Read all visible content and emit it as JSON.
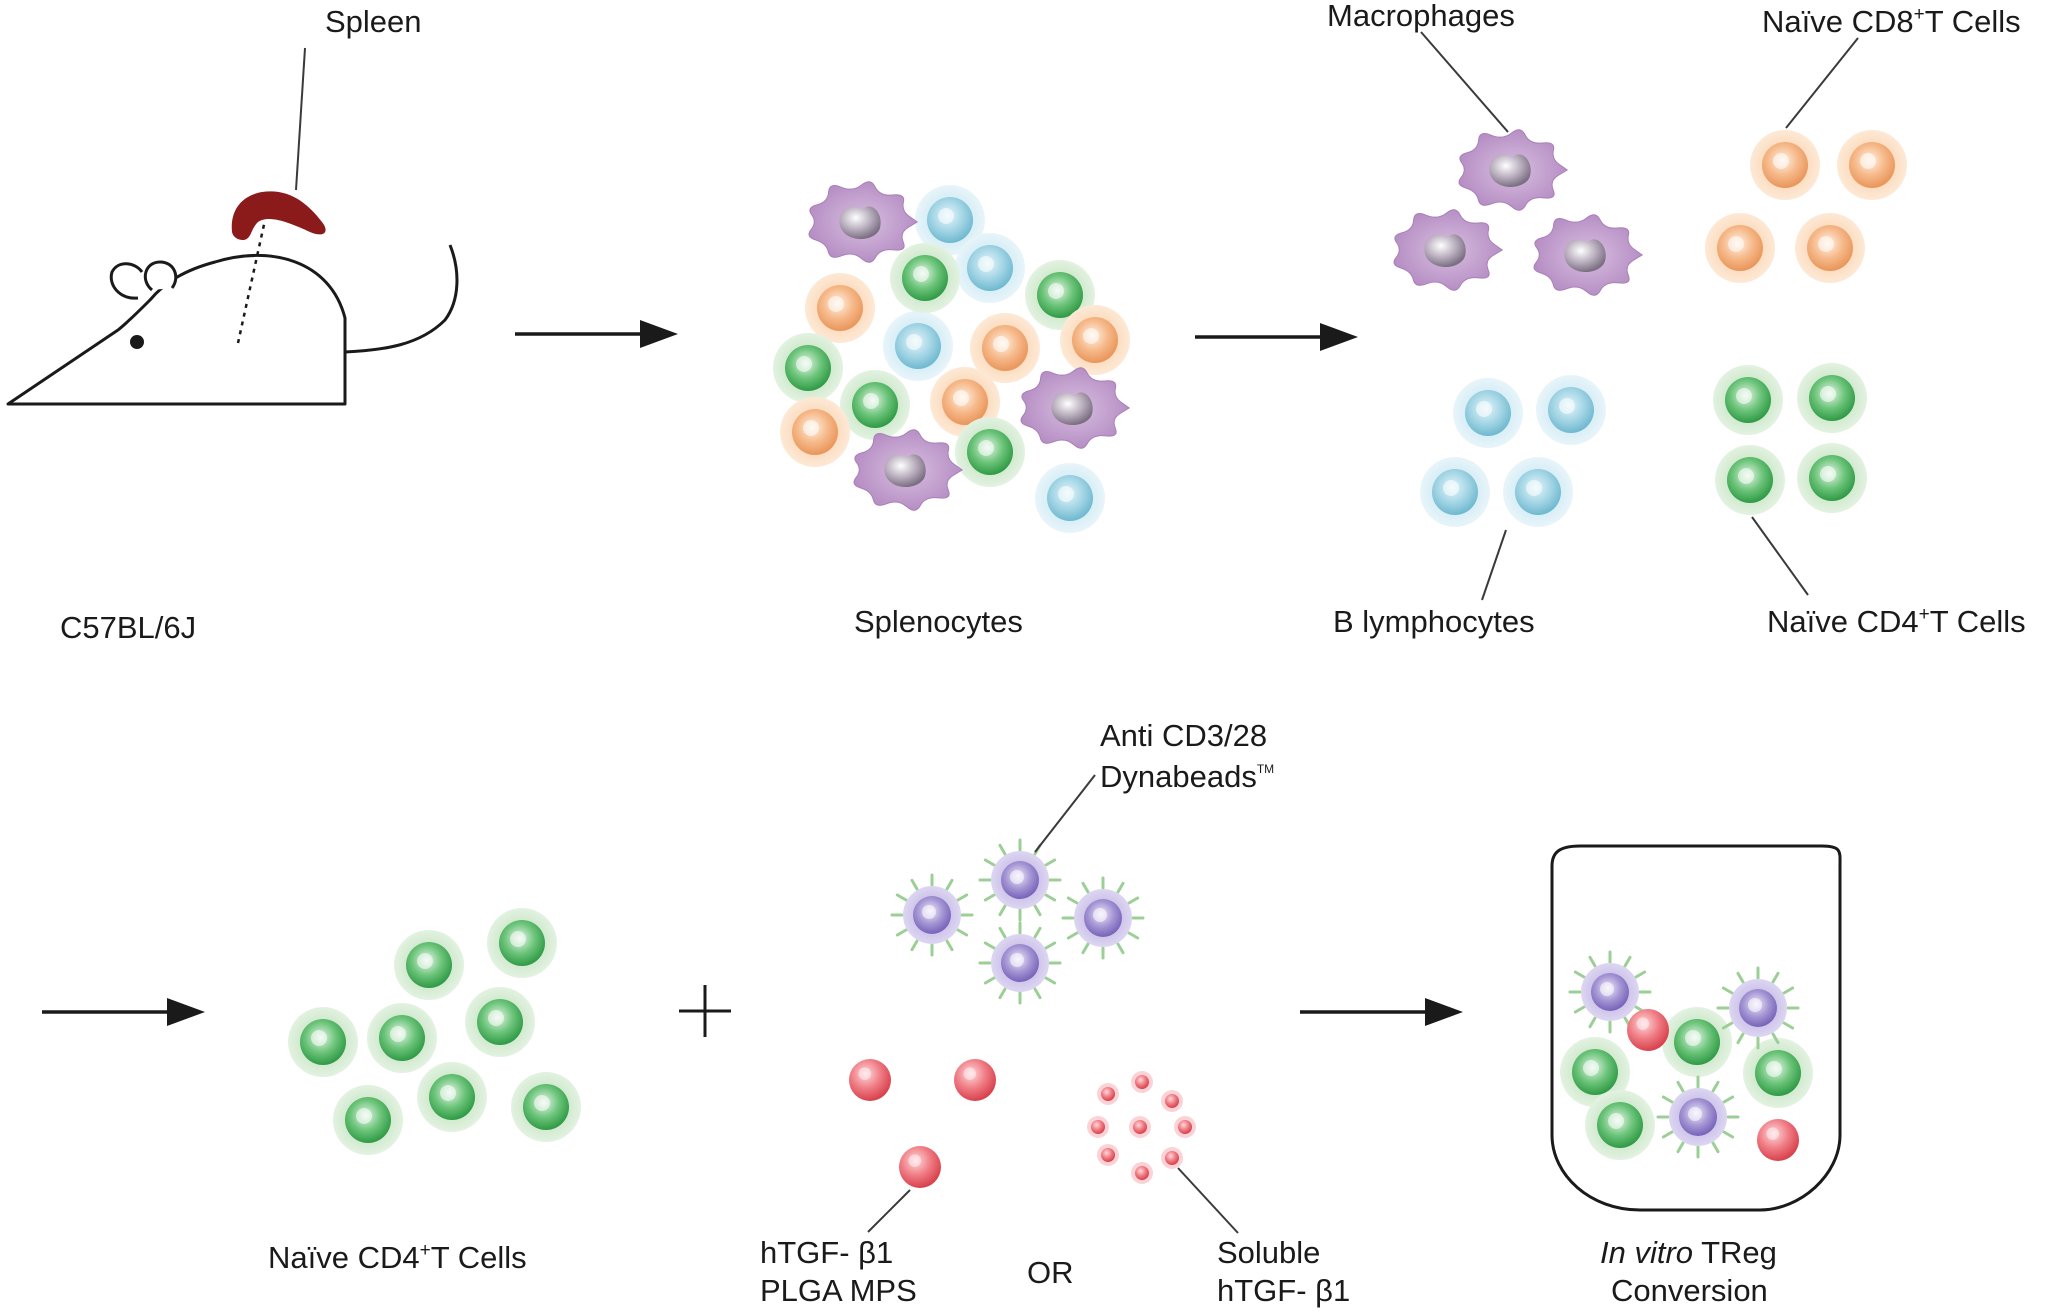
{
  "labels": {
    "spleen": "Spleen",
    "strain": "C57BL/6J",
    "splenocytes": "Splenocytes",
    "macrophages": "Macrophages",
    "naive_cd8": {
      "pre": "Naïve CD8",
      "sup": "+",
      "post": "T Cells"
    },
    "b_lymphocytes": "B lymphocytes",
    "naive_cd4_top": {
      "pre": "Naïve CD4",
      "sup": "+",
      "post": "T Cells"
    },
    "naive_cd4_bottom": {
      "pre": "Naïve CD4",
      "sup": "+",
      "post": "T Cells"
    },
    "dynabeads_line1": "Anti CD3/28",
    "dynabeads_line2": "Dynabeads",
    "dynabeads_tm": "TM",
    "plga_line1": "hTGF- β1",
    "plga_line2": "PLGA MPS",
    "or": "OR",
    "soluble_line1": "Soluble",
    "soluble_line2": "hTGF- β1",
    "conversion_italic": "In vitro",
    "conversion_rest": " TReg",
    "conversion_line2": "Conversion"
  },
  "colors": {
    "macrophage": "#b98cc4",
    "b_cell": "#8ccbdc",
    "cd8_cell": "#f5b27a",
    "cd4_cell": "#5cbd6c",
    "dynabead": "#8e7cc3",
    "tgf_particle": "#e8606a",
    "spleen": "#8b1a1a",
    "spike": "#9ccf96"
  },
  "icons": {
    "mouse": "mouse-icon",
    "spleen": "spleen-icon",
    "culture_well": "culture-well-icon",
    "plus": "plus-icon"
  }
}
